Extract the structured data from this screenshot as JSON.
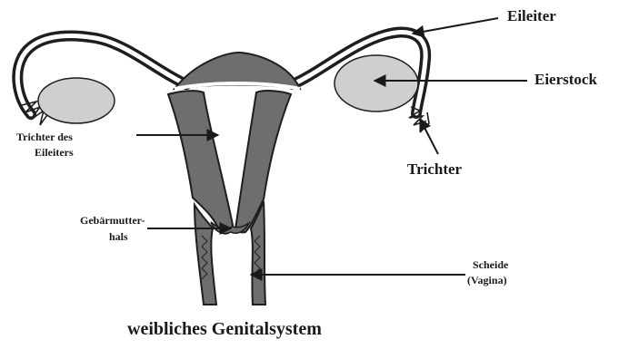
{
  "colors": {
    "outline": "#1e1e1e",
    "uterus_fill": "#6e6e6e",
    "ovary_fill": "#cfcfcf",
    "tube_lumen": "#ffffff",
    "background": "#ffffff"
  },
  "labels": {
    "eileiter": "Eileiter",
    "eierstock": "Eierstock",
    "trichter": "Trichter",
    "trichter_des_eileiters_line1": "Trichter des",
    "trichter_des_eileiters_line2": "Eileiters",
    "gebaermutterhals_line1": "Gebärmutter-",
    "gebaermutterhals_line2": "hals",
    "scheide_line1": "Scheide",
    "scheide_line2": "(Vagina)"
  },
  "caption": "weibliches Genitalsystem"
}
